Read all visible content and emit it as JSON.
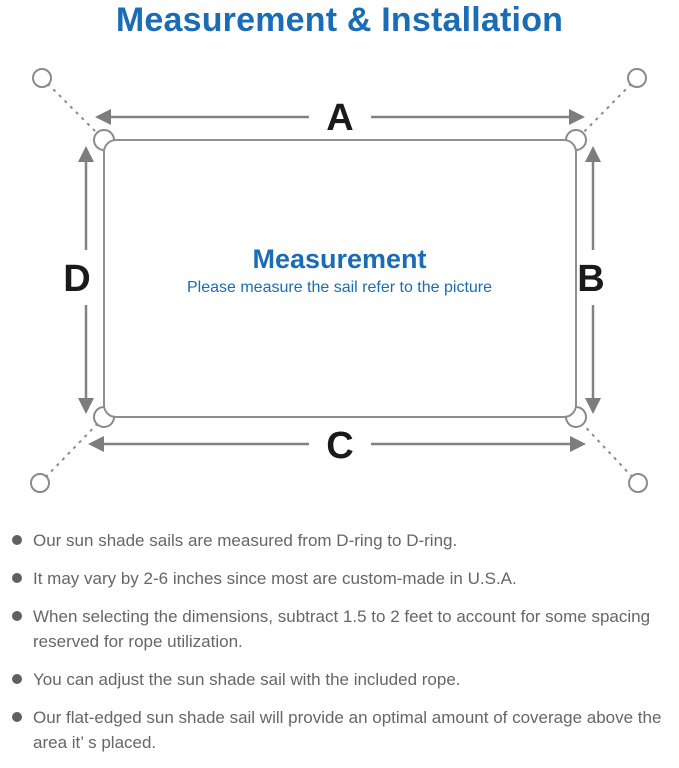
{
  "title": "Measurement & Installation",
  "colors": {
    "accent": "#1a6cb4",
    "line": "#8a8a8a",
    "label": "#1a1a1a",
    "note": "#666666"
  },
  "diagram": {
    "heading": "Measurement",
    "subheading": "Please measure the sail refer to the picture",
    "labels": {
      "top": "A",
      "right": "B",
      "bottom": "C",
      "left": "D"
    }
  },
  "notes": [
    {
      "text": "Our sun shade sails are measured from D-ring to D-ring."
    },
    {
      "text": "It may vary by 2-6 inches since most are custom-made in U.S.A."
    },
    {
      "text": "When selecting the dimensions, subtract 1.5 to 2 feet to account for some spacing reserved for rope utilization."
    },
    {
      "text": "You can adjust the sun shade sail with the included rope."
    },
    {
      "text": "Our flat-edged sun shade sail will provide an optimal amount of coverage above the area it’ s placed."
    }
  ]
}
